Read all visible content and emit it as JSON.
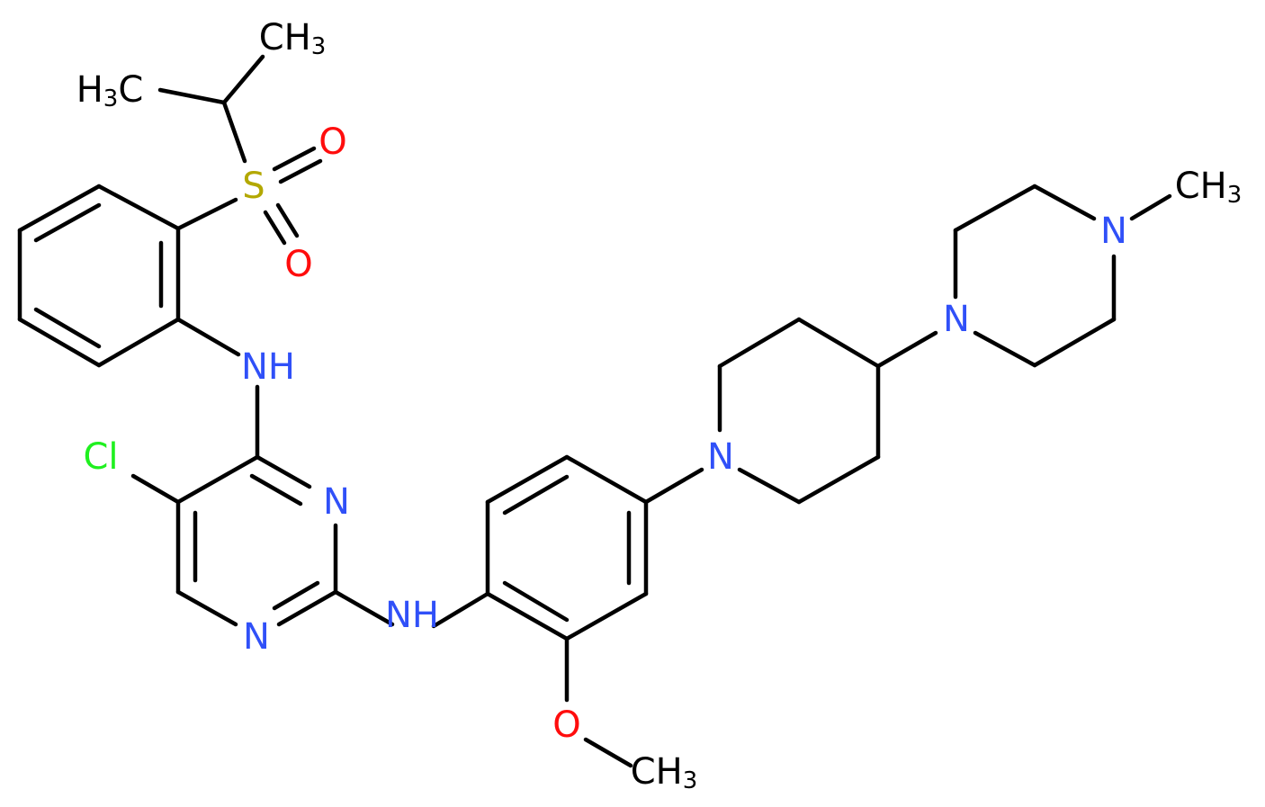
{
  "labels": {
    "methyl_isopropyl_top": "CH3",
    "methyl_isopropyl_left": "H3C",
    "sulfur": "S",
    "sulfonyl_o_top": "O",
    "sulfonyl_o_bottom": "O",
    "nh_upper": "NH",
    "chlorine": "Cl",
    "pyrimidine_n3": "N",
    "pyrimidine_n1": "N",
    "nh_lower": "NH",
    "methoxy_o": "O",
    "methoxy_ch3": "CH3",
    "piperidine_n": "N",
    "piperazine_n1": "N",
    "piperazine_n4": "N",
    "methyl_piperazine": "CH3"
  },
  "colors": {
    "bond": "#000000",
    "carbon_label": "#000000",
    "nitrogen": "#3050F8",
    "oxygen": "#FF0D0D",
    "sulfur": "#B3A800",
    "chlorine": "#1FF01F"
  }
}
